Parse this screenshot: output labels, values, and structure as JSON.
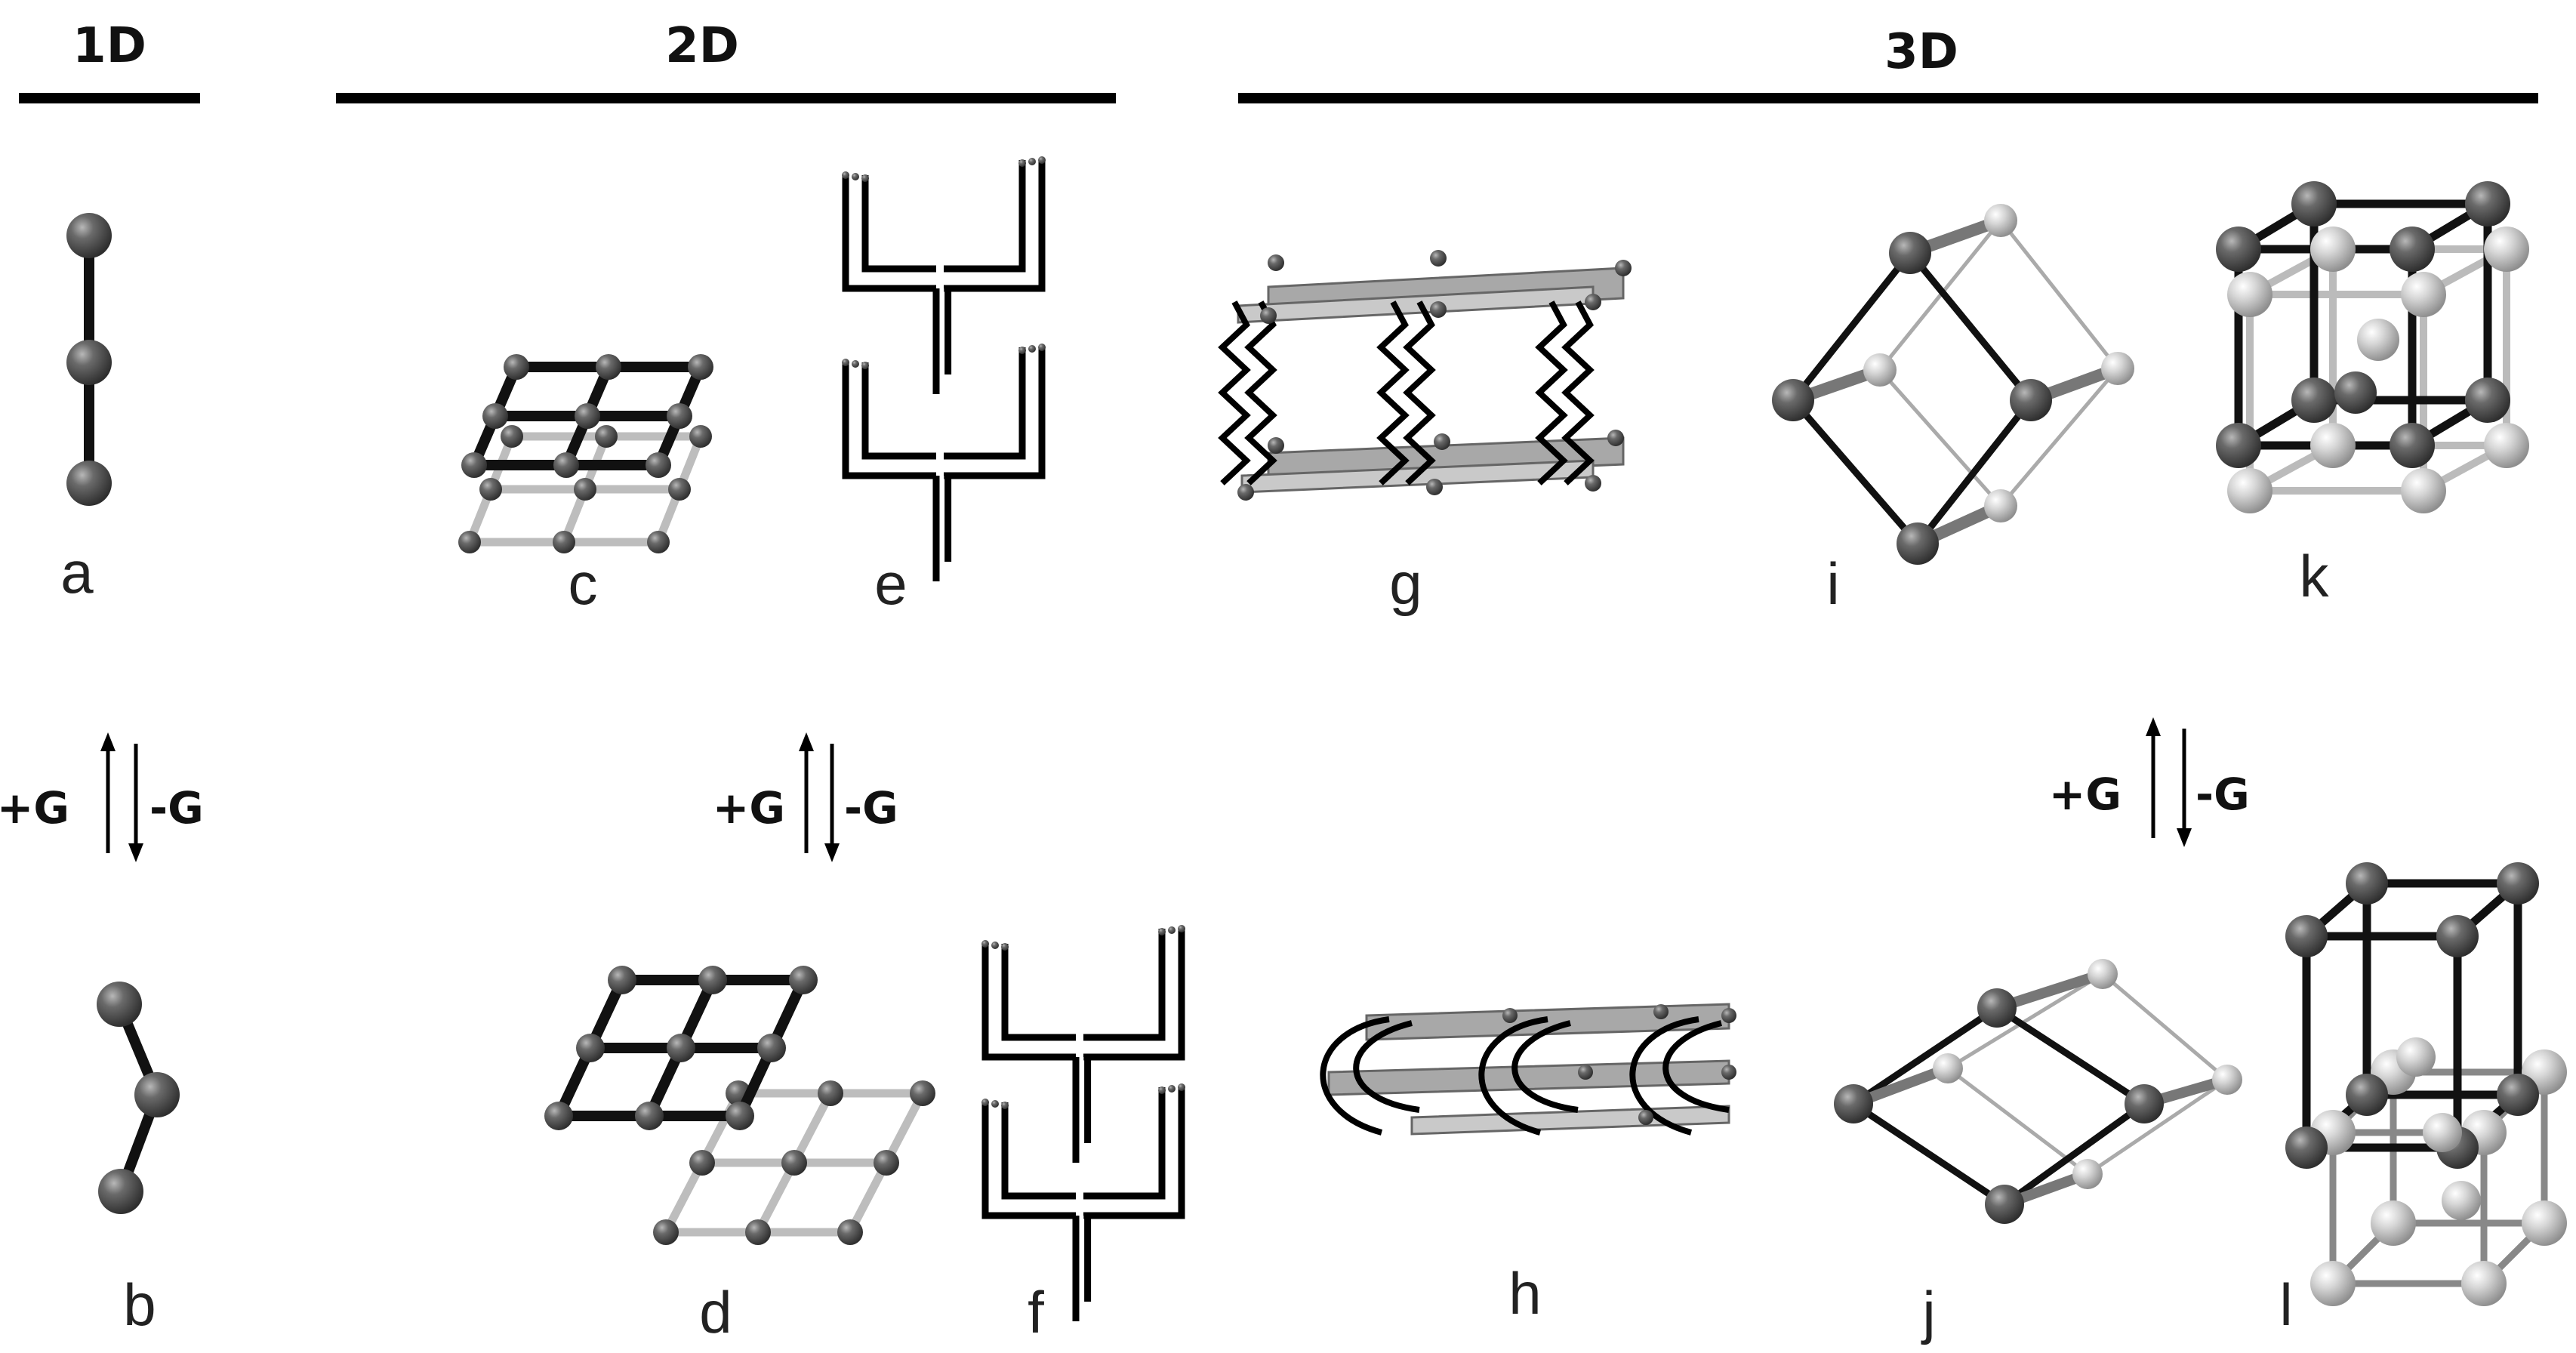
{
  "headers": {
    "d1": "1D",
    "d2": "2D",
    "d3": "3D"
  },
  "labels": {
    "a": "a",
    "b": "b",
    "c": "c",
    "d": "d",
    "e": "e",
    "f": "f",
    "g": "g",
    "h": "h",
    "i": "i",
    "j": "j",
    "k": "k",
    "l": "l"
  },
  "arrows": {
    "plus": "+G",
    "minus": "-G"
  },
  "colors": {
    "dark_atom": "#6a6a6a",
    "light_atom": "#d2d2d2",
    "dark_bond": "#111111",
    "light_bond": "#bdbdbd",
    "sheet": "#a8a8a8"
  }
}
